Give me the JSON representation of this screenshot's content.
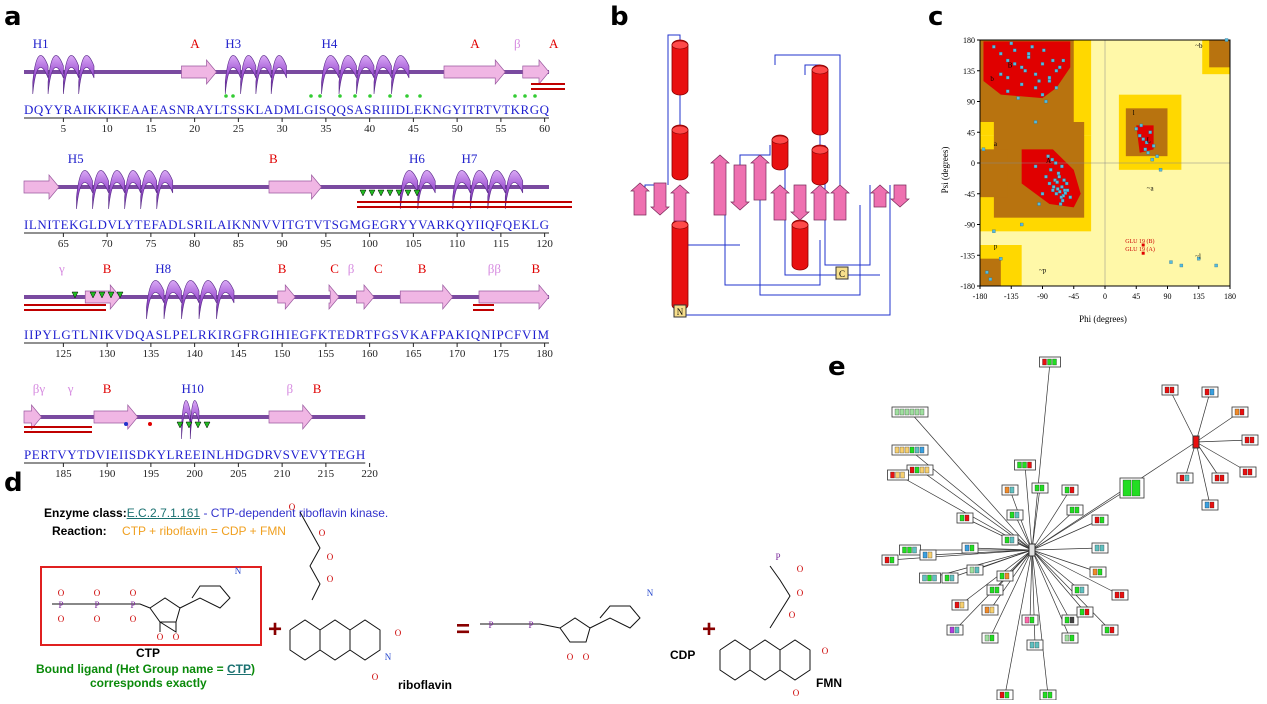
{
  "panel_labels": {
    "a": "a",
    "b": "b",
    "c": "c",
    "d": "d",
    "e": "e"
  },
  "colors": {
    "helix": "#9b4fd0",
    "strand": "#f0b6e4",
    "loop": "#7a4aa0",
    "sequence": "#1f1fd0",
    "turn_red": "#e00000",
    "bend_pink": "#d68ae0",
    "topology_helix": "#e81010",
    "topology_strand": "#ee70b0",
    "topology_line": "#2233cc",
    "rama_core": "#e00000",
    "rama_allowed": "#b8730f",
    "rama_generous": "#ffd800",
    "rama_disallowed": "#fff8a8",
    "point": "#55bbdd",
    "ligand_red": "#cc0000",
    "class_link": "#1a7070",
    "reaction": "#f0a020",
    "bound_green": "#0a8a0a"
  },
  "panel_a": {
    "rows": [
      {
        "sequence": "DQYYRAIKKIKEAAEASNRAYLTSSKLADMLGISQQSASRIIIDLEKNGYITRTVTKRGQ",
        "ticks": [
          "5",
          "10",
          "15",
          "20",
          "25",
          "30",
          "35",
          "40",
          "45",
          "50",
          "55",
          "60"
        ],
        "labels": [
          {
            "t": "H1",
            "c": "blue"
          },
          {
            "t": "A",
            "c": "red"
          },
          {
            "t": "H3",
            "c": "blue"
          },
          {
            "t": "H4",
            "c": "blue"
          },
          {
            "t": "A",
            "c": "red"
          },
          {
            "t": "β",
            "c": "pink"
          },
          {
            "t": "A",
            "c": "red"
          }
        ]
      },
      {
        "sequence": "ILNITEKGLDVLYTEFADLSRILAIKNNVVITGTVTSGMGEGRYYVARKQYIIQFQEKLG",
        "ticks": [
          "65",
          "70",
          "75",
          "80",
          "85",
          "90",
          "95",
          "100",
          "105",
          "110",
          "115",
          "120"
        ],
        "labels": [
          {
            "t": "H5",
            "c": "blue"
          },
          {
            "t": "B",
            "c": "red"
          },
          {
            "t": "H6",
            "c": "blue"
          },
          {
            "t": "H7",
            "c": "blue"
          }
        ]
      },
      {
        "sequence": "IIPYLGTLNIKVDQASLPELRKIRGFRGIHIEGFKTEDRTFGSVKAFPAKIQNIPCFVIM",
        "ticks": [
          "125",
          "130",
          "135",
          "140",
          "145",
          "150",
          "155",
          "160",
          "165",
          "170",
          "175",
          "180"
        ],
        "labels": [
          {
            "t": "γ",
            "c": "pink"
          },
          {
            "t": "B",
            "c": "red"
          },
          {
            "t": "H8",
            "c": "blue"
          },
          {
            "t": "B",
            "c": "red"
          },
          {
            "t": "C",
            "c": "red"
          },
          {
            "t": "β",
            "c": "pink"
          },
          {
            "t": "C",
            "c": "red"
          },
          {
            "t": "B",
            "c": "red"
          },
          {
            "t": "ββ",
            "c": "pink"
          },
          {
            "t": "B",
            "c": "red"
          }
        ]
      },
      {
        "sequence": "PERTVYTDVIEIISDKYLREEINLHDGDRVSVEVYTEGH",
        "ticks": [
          "185",
          "190",
          "195",
          "200",
          "205",
          "210",
          "215",
          "220"
        ],
        "labels": [
          {
            "t": "βγ",
            "c": "pink"
          },
          {
            "t": "γ",
            "c": "pink"
          },
          {
            "t": "B",
            "c": "red"
          },
          {
            "t": "H10",
            "c": "blue"
          },
          {
            "t": "β",
            "c": "pink"
          },
          {
            "t": "B",
            "c": "red"
          }
        ]
      }
    ]
  },
  "panel_b": {
    "terminus_n": "N",
    "terminus_c": "C"
  },
  "panel_c": {
    "xlabel": "Phi (degrees)",
    "ylabel": "Psi (degrees)",
    "xticks": [
      "-180",
      "-135",
      "-90",
      "-45",
      "0",
      "45",
      "90",
      "135",
      "180"
    ],
    "yticks": [
      "180",
      "135",
      "90",
      "45",
      "0",
      "-45",
      "-90",
      "-135",
      "-180"
    ],
    "region_labels": [
      "b",
      "a",
      "A",
      "B",
      "L",
      "l",
      "p",
      "~b",
      "~a",
      "~l",
      "~p"
    ],
    "annotations": [
      "GLU 19 (B)",
      "GLU 19 (A)"
    ],
    "chart_data": {
      "type": "scatter",
      "xlabel": "Phi (degrees)",
      "ylabel": "Psi (degrees)",
      "xlim": [
        -180,
        180
      ],
      "ylim": [
        -180,
        180
      ],
      "clusters": [
        {
          "region": "beta",
          "x": [
            -160,
            -150,
            -140,
            -130,
            -120,
            -110,
            -100,
            -90,
            -80,
            -70,
            -150,
            -140,
            -130,
            -120,
            -110,
            -100,
            -90,
            -80,
            -75,
            -65,
            -140,
            -125,
            -115,
            -95,
            -85,
            -70,
            -60,
            -135,
            -105,
            -88
          ],
          "y": [
            170,
            160,
            150,
            165,
            140,
            155,
            130,
            145,
            120,
            135,
            130,
            125,
            145,
            115,
            160,
            110,
            100,
            125,
            150,
            140,
            105,
            95,
            135,
            120,
            90,
            110,
            150,
            175,
            170,
            165
          ]
        },
        {
          "region": "alpha",
          "x": [
            -75,
            -70,
            -68,
            -65,
            -62,
            -60,
            -58,
            -55,
            -72,
            -66,
            -63,
            -61,
            -57,
            -80,
            -85,
            -78,
            -74,
            -69,
            -64,
            -59,
            -54,
            -50,
            -76,
            -71,
            -67,
            -62,
            -90,
            -95,
            -100,
            -82
          ],
          "y": [
            -40,
            -45,
            -38,
            -42,
            -35,
            -48,
            -40,
            -30,
            -25,
            -20,
            -50,
            -55,
            -44,
            -30,
            -20,
            -10,
            -35,
            -28,
            -60,
            -25,
            -40,
            -50,
            5,
            0,
            -15,
            -5,
            -45,
            -60,
            -5,
            10
          ]
        },
        {
          "region": "left-alpha",
          "x": [
            50,
            55,
            60,
            65,
            70,
            45,
            58,
            62,
            75,
            52,
            68,
            80
          ],
          "y": [
            40,
            35,
            30,
            45,
            25,
            50,
            20,
            15,
            10,
            55,
            5,
            -10
          ]
        },
        {
          "region": "scattered",
          "x": [
            -170,
            -165,
            -120,
            -160,
            110,
            -100,
            -150,
            160,
            175,
            -175,
            95,
            135
          ],
          "y": [
            -160,
            -170,
            -90,
            -100,
            -150,
            60,
            -140,
            -150,
            180,
            20,
            -145,
            -140
          ]
        }
      ],
      "annotated_points": [
        {
          "label": "GLU 19 (B)",
          "x": 55,
          "y": -120
        },
        {
          "label": "GLU 19 (A)",
          "x": 55,
          "y": -132
        }
      ]
    }
  },
  "panel_d": {
    "enzyme_class_label": "Enzyme class:",
    "enzyme_class_link": "E.C.2.7.1.161",
    "enzyme_class_desc": " - CTP-dependent riboflavin kinase.",
    "reaction_label": "Reaction:",
    "reaction_text": "CTP + riboflavin = CDP + FMN",
    "ctp_label": "CTP",
    "bound_line1_a": "Bound ligand (Het Group name = ",
    "bound_link": "CTP",
    "bound_line1_b": ")",
    "bound_line2": "corresponds exactly",
    "riboflavin_label": "riboflavin",
    "cdp_label": "CDP",
    "fmn_label": "FMN",
    "plus": "+",
    "equals": "="
  }
}
